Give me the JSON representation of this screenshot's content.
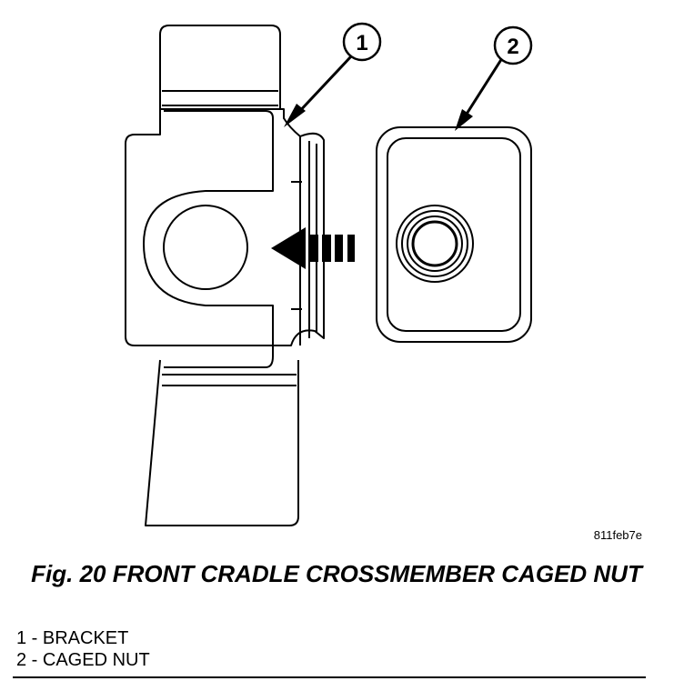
{
  "figure": {
    "callouts": [
      {
        "number": "1"
      },
      {
        "number": "2"
      }
    ],
    "drawing_code": "811feb7e",
    "caption": "Fig. 20 FRONT CRADLE CROSSMEMBER CAGED NUT",
    "legend": [
      "1 - BRACKET",
      "2 - CAGED NUT"
    ]
  }
}
